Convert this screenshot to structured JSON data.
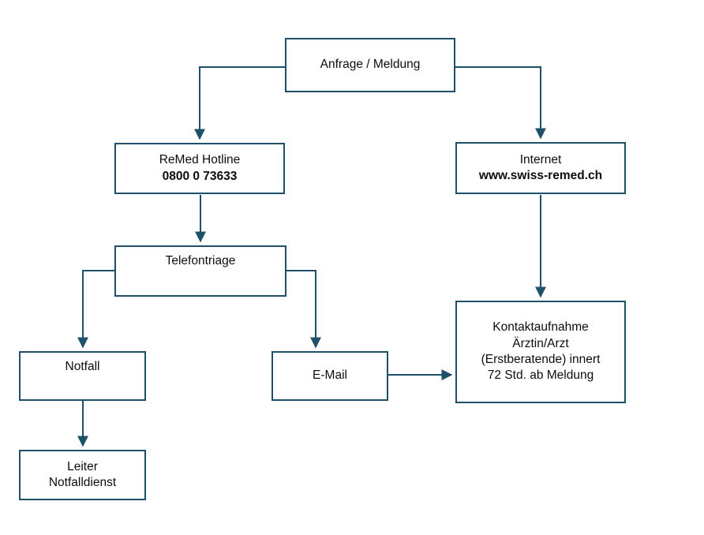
{
  "diagram": {
    "title_visible": false,
    "colors": {
      "border": "#1f5069",
      "connector": "#1f5069",
      "text": "#0d0d0d",
      "background": "#ffffff"
    },
    "nodes": {
      "anfrage": {
        "lines": [
          "Anfrage / Meldung"
        ]
      },
      "remed": {
        "lines": [
          "ReMed Hotline",
          "0800 0 73633"
        ],
        "bold_lines": [
          1
        ]
      },
      "internet": {
        "lines": [
          "Internet",
          "www.swiss-remed.ch"
        ],
        "bold_lines": [
          1
        ]
      },
      "telefontriage": {
        "lines": [
          "Telefontriage"
        ]
      },
      "notfall": {
        "lines": [
          "Notfall"
        ]
      },
      "email": {
        "lines": [
          "E-Mail"
        ]
      },
      "kontakt": {
        "lines": [
          "Kontaktaufnahme",
          "Ärztin/Arzt",
          "(Erstberatende) innert",
          "72 Std. ab Meldung"
        ]
      },
      "leiter": {
        "lines": [
          "Leiter",
          "Notfalldienst"
        ]
      }
    },
    "edges": [
      {
        "from": "anfrage",
        "to": "remed",
        "style": "elbow-left-down"
      },
      {
        "from": "anfrage",
        "to": "internet",
        "style": "elbow-right-down"
      },
      {
        "from": "remed",
        "to": "telefontriage",
        "style": "straight-down"
      },
      {
        "from": "internet",
        "to": "kontakt",
        "style": "straight-down"
      },
      {
        "from": "telefontriage",
        "to": "notfall",
        "style": "elbow-left-down"
      },
      {
        "from": "telefontriage",
        "to": "email",
        "style": "elbow-right-down"
      },
      {
        "from": "email",
        "to": "kontakt",
        "style": "straight-right"
      },
      {
        "from": "notfall",
        "to": "leiter",
        "style": "straight-down"
      }
    ]
  }
}
